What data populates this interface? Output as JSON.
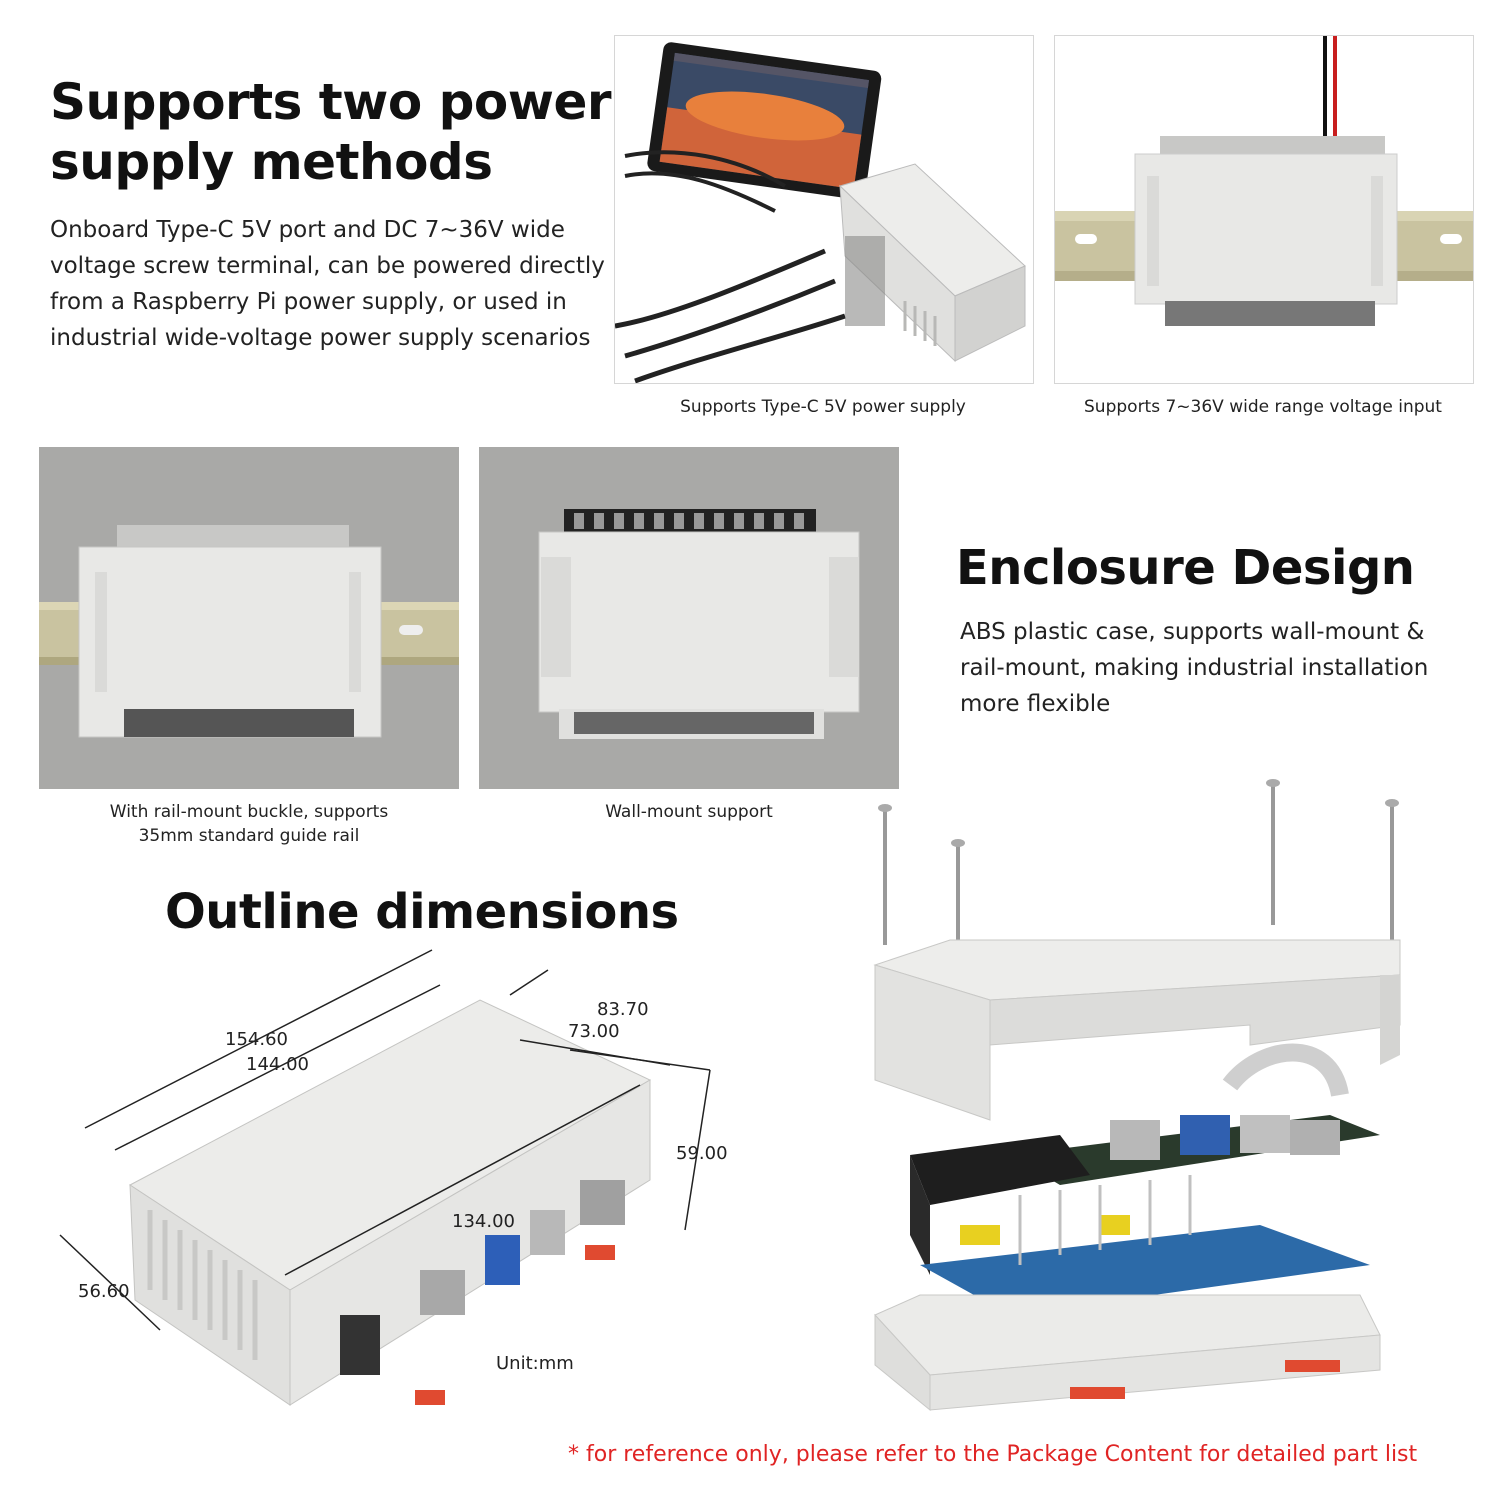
{
  "power": {
    "title_line1": "Supports two power",
    "title_line2": "supply methods",
    "desc_lines": [
      "Onboard Type-C 5V port and DC 7~36V wide",
      "voltage screw terminal, can be powered directly",
      "from a Raspberry Pi power supply, or used in",
      "industrial wide-voltage power supply scenarios"
    ],
    "caption_typec": "Supports Type-C 5V power supply",
    "caption_wide": "Supports 7~36V wide range voltage input"
  },
  "mounting": {
    "caption_rail_line1": "With rail-mount buckle, supports",
    "caption_rail_line2": "35mm standard guide rail",
    "caption_wall": "Wall-mount support"
  },
  "enclosure": {
    "title": "Enclosure Design",
    "desc_lines": [
      "ABS plastic case, supports wall-mount &",
      "rail-mount, making industrial installation",
      "more flexible"
    ]
  },
  "dimensions": {
    "title": "Outline dimensions",
    "length_outer": "154.60",
    "length_inner": "144.00",
    "width_outer": "83.70",
    "width_inner": "73.00",
    "height": "59.00",
    "bottom_length": "134.00",
    "depth": "56.60",
    "unit": "Unit:mm"
  },
  "footnote": "* for reference only, please refer to the Package Content for detailed part list",
  "colors": {
    "note_red": "#e02424",
    "case_grey": "#e6e6e4",
    "pcb_blue": "#2c6aa8",
    "din_rail": "#c9c3a0",
    "photo_bg": "#a9a9a7"
  }
}
